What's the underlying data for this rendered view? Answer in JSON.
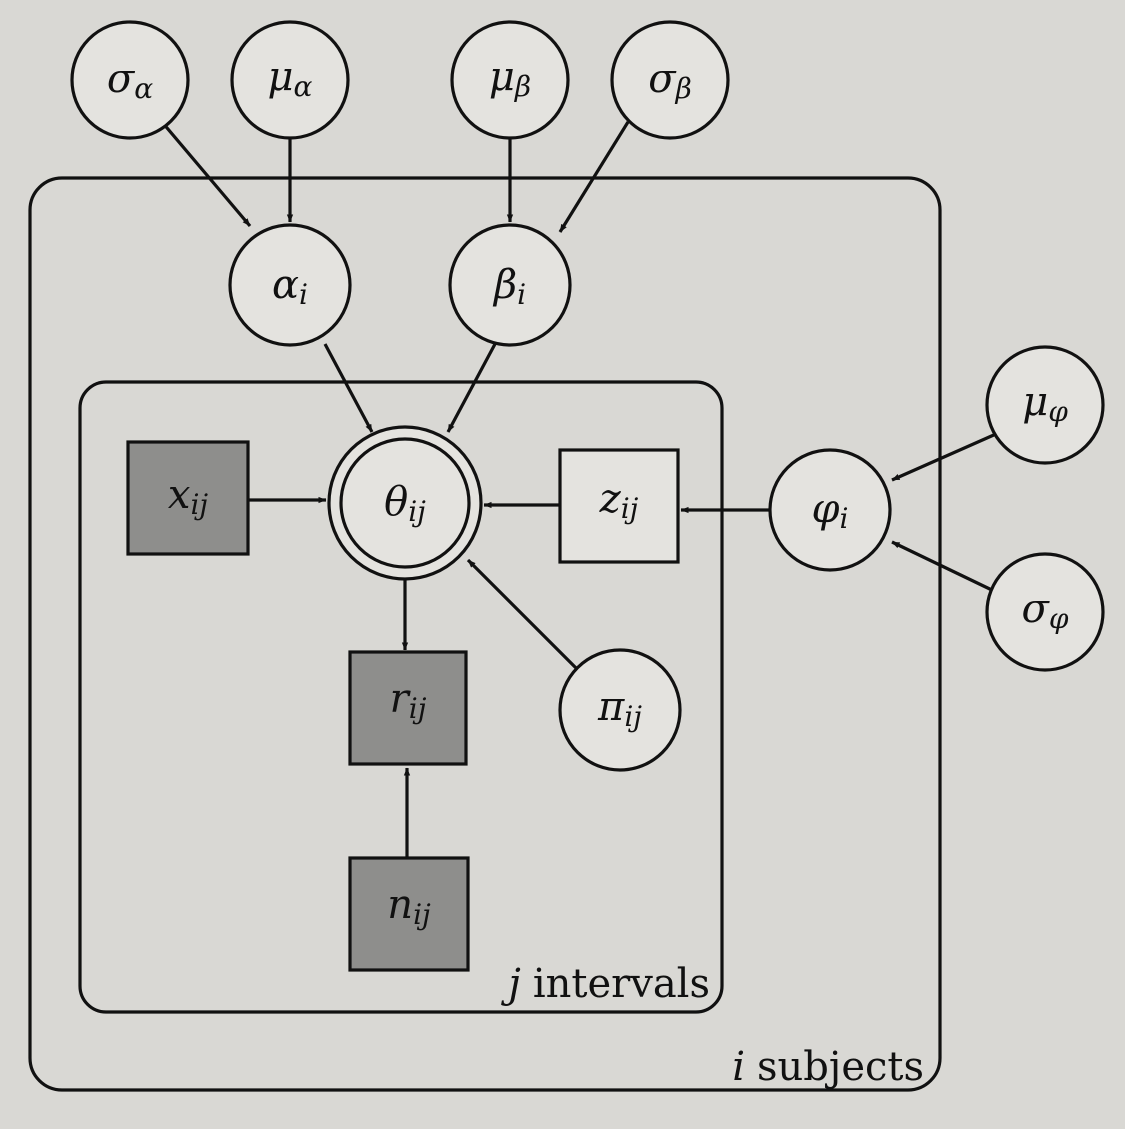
{
  "plates": {
    "subjects": {
      "index": "i",
      "label": "subjects"
    },
    "intervals": {
      "index": "j",
      "label": "intervals"
    }
  },
  "nodes": {
    "sigma_alpha": {
      "symbol": "σ",
      "sub": "α"
    },
    "mu_alpha": {
      "symbol": "μ",
      "sub": "α"
    },
    "mu_beta": {
      "symbol": "μ",
      "sub": "β"
    },
    "sigma_beta": {
      "symbol": "σ",
      "sub": "β"
    },
    "alpha_i": {
      "symbol": "α",
      "sub": "i"
    },
    "beta_i": {
      "symbol": "β",
      "sub": "i"
    },
    "x_ij": {
      "symbol": "x",
      "sub": "ij"
    },
    "theta_ij": {
      "symbol": "θ",
      "sub": "ij"
    },
    "z_ij": {
      "symbol": "z",
      "sub": "ij"
    },
    "phi_i": {
      "symbol": "φ",
      "sub": "i"
    },
    "mu_phi": {
      "symbol": "μ",
      "sub": "φ"
    },
    "sigma_phi": {
      "symbol": "σ",
      "sub": "φ"
    },
    "r_ij": {
      "symbol": "r",
      "sub": "ij"
    },
    "pi_ij": {
      "symbol": "π",
      "sub": "ij"
    },
    "n_ij": {
      "symbol": "n",
      "sub": "ij"
    }
  },
  "colors": {
    "paper": "#d9d8d4",
    "ink": "#111111",
    "observed_fill": "#8e8e8c",
    "node_fill": "#e4e3df"
  }
}
